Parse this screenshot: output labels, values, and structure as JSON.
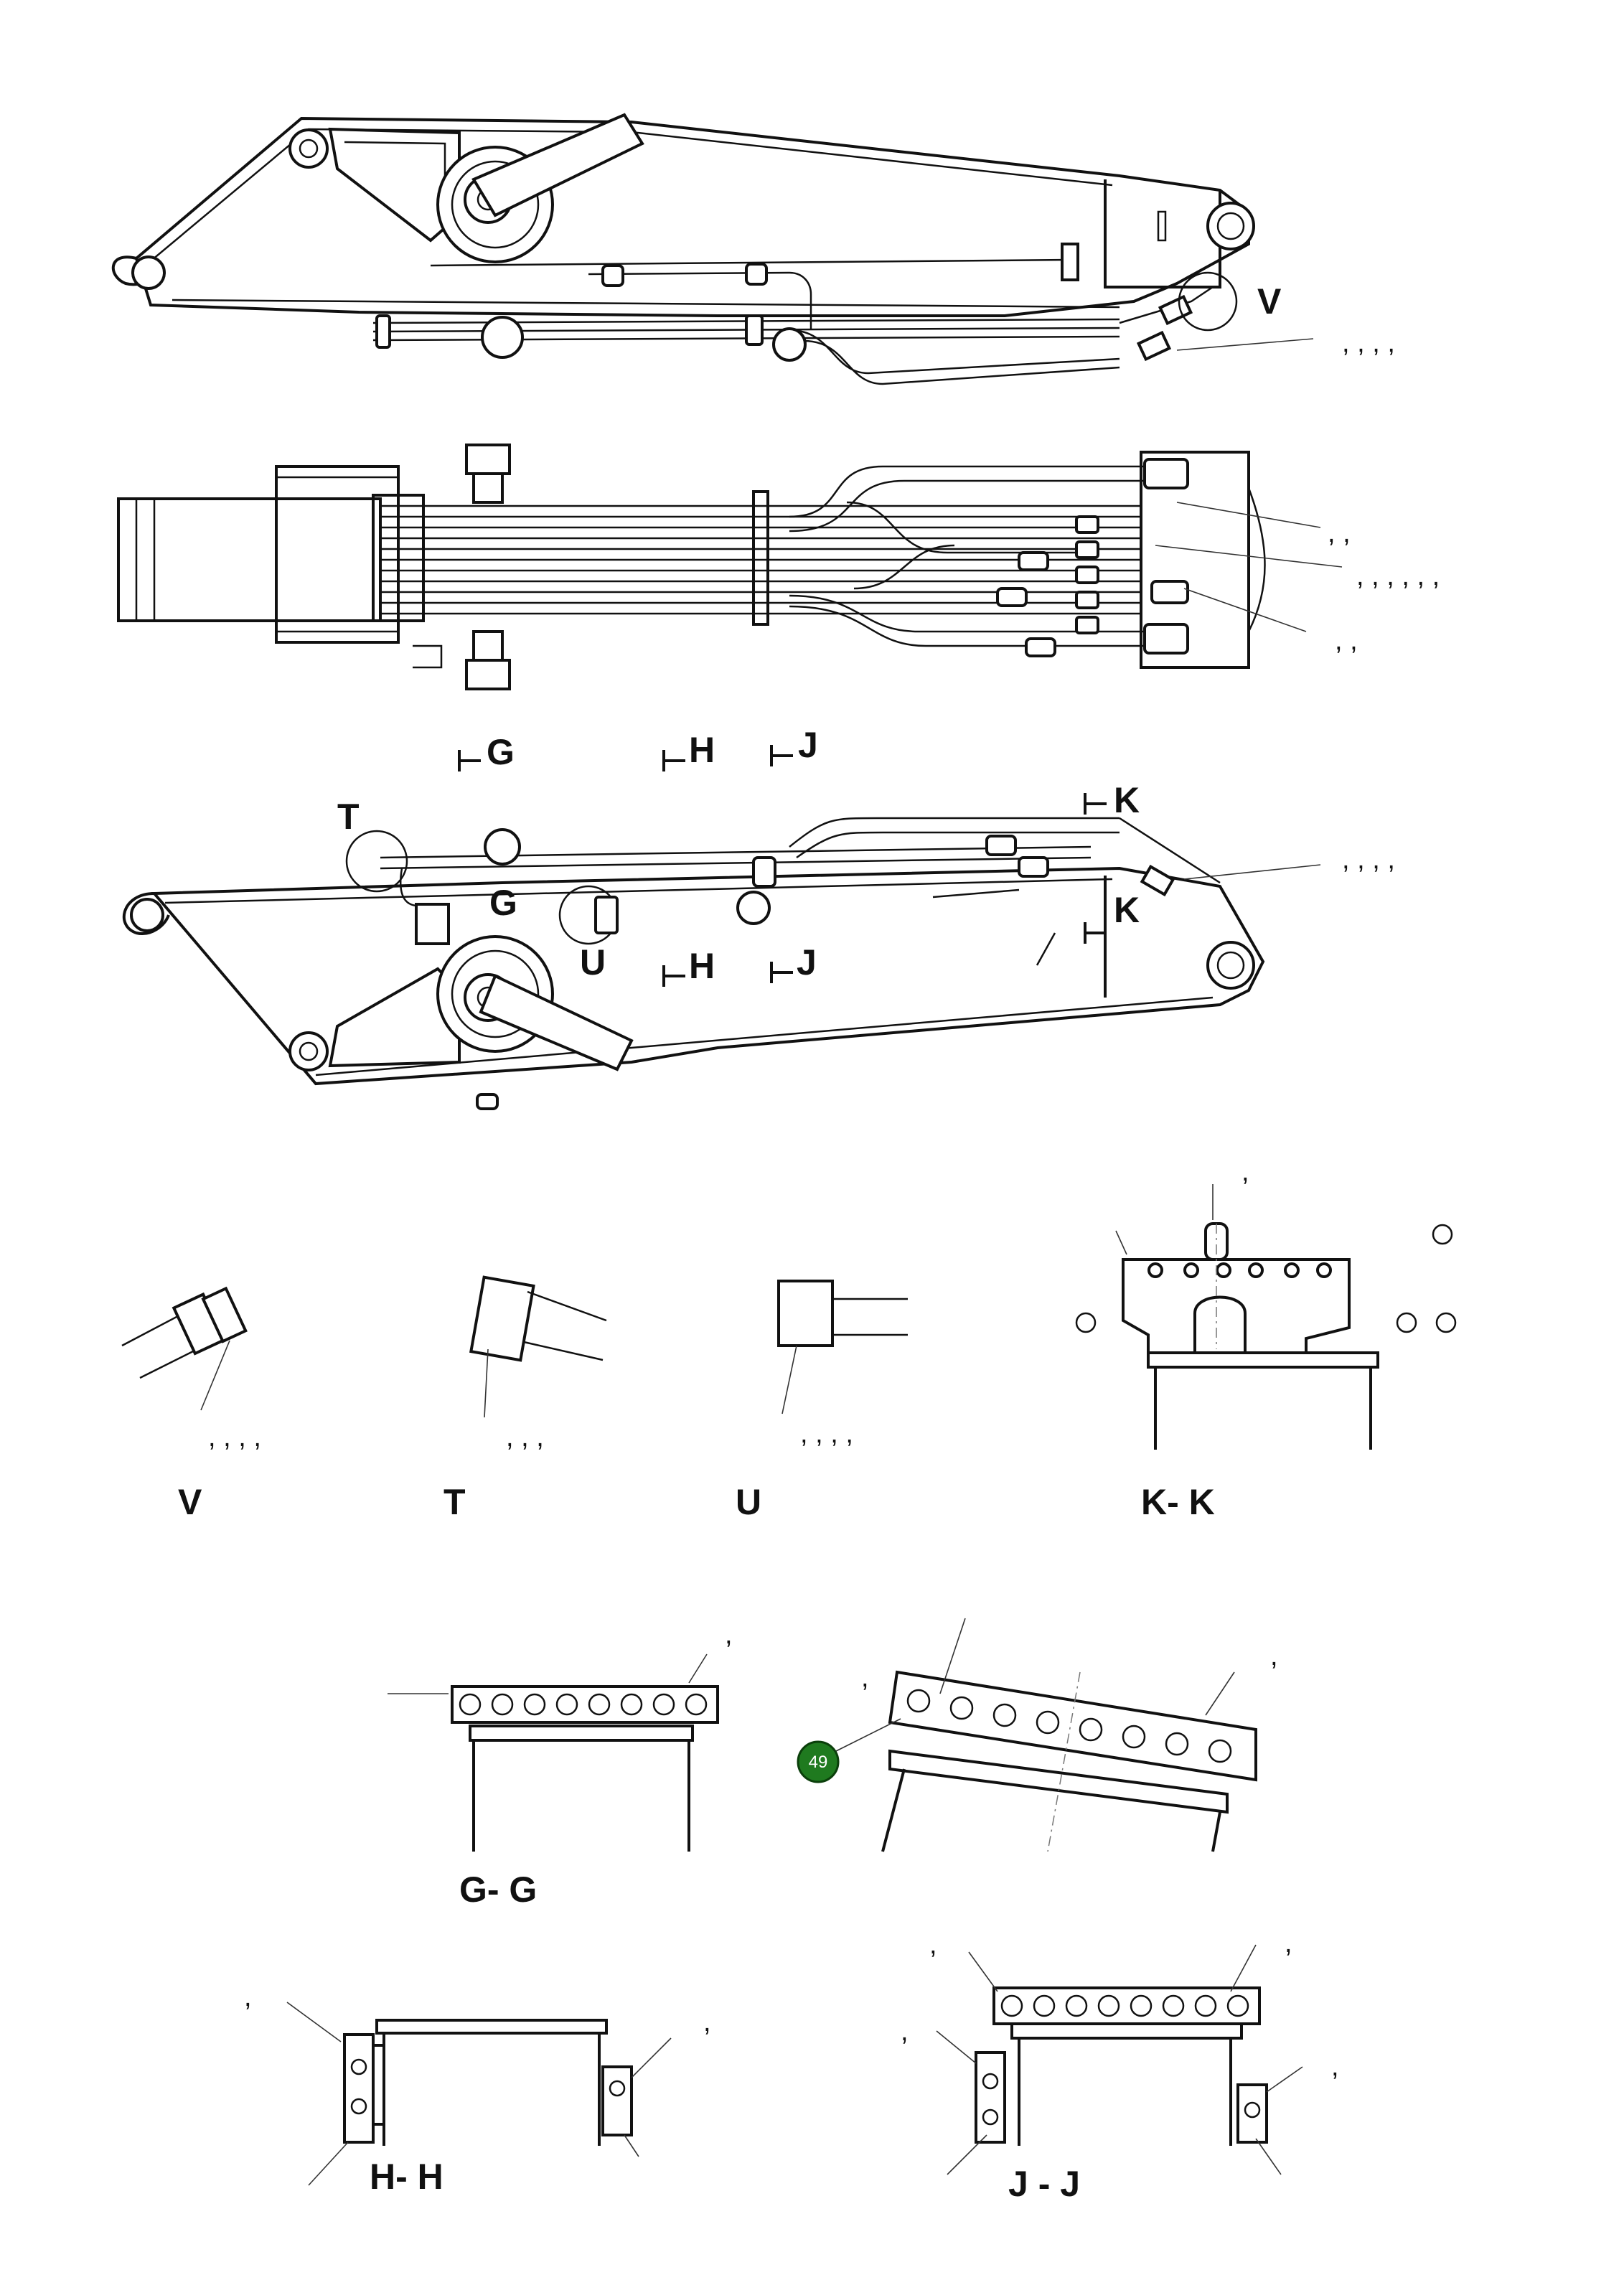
{
  "view_labels": {
    "V": "V",
    "T": "T",
    "U": "U",
    "KK": "K- K",
    "GG": "G- G",
    "HH": "H- H",
    "JJ": "J - J"
  },
  "section_markers": {
    "G": "G",
    "H": "H",
    "J": "J",
    "K": "K",
    "G2": "G",
    "H2": "H",
    "J2": "J",
    "K2": "K"
  },
  "detail_callouts": {
    "V": "V",
    "T": "T",
    "U": "U"
  },
  "callout_commas": {
    "c1": ",    ,    ,    ,",
    "c2": ",    ,",
    "c3": ",    ,    ,    ,    ,    ,",
    "c4": ",    ,",
    "c5": ",   ,   ,   ,",
    "c6": ",",
    "c7": ",   ,   ,   ,",
    "c8": ",    ,    ,",
    "c9": ",    ,    ,    ,",
    "c10": ",",
    "c11": ",",
    "c12": ",",
    "c13": ",",
    "c14": ",",
    "c15": ",",
    "c16": ",",
    "c17": ",",
    "c18": ","
  },
  "badge": {
    "number": "49",
    "color": "#1f7a1f"
  }
}
